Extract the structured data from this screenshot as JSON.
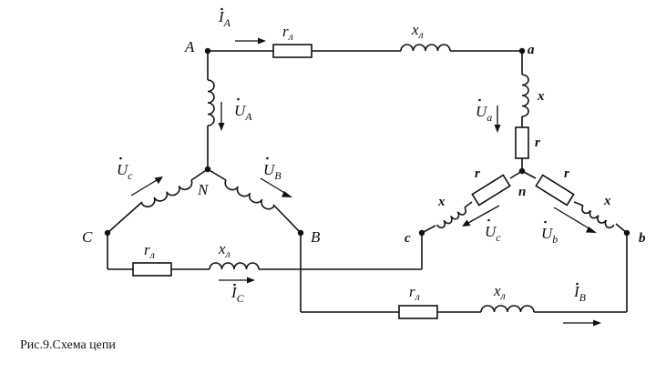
{
  "caption": "Рис.9.Схема цепи",
  "source_nodes": {
    "A": "A",
    "B": "B",
    "C": "C",
    "N": "N"
  },
  "load_nodes": {
    "a": "a",
    "b": "b",
    "c": "c",
    "n": "n"
  },
  "line_elements": {
    "r": "r",
    "r_sub": "л",
    "x": "x",
    "x_sub": "л"
  },
  "load_elements": {
    "r": "r",
    "x": "x"
  },
  "currents": {
    "IA": "I",
    "IA_sub": "A",
    "IB": "I",
    "IB_sub": "B",
    "IC": "I",
    "IC_sub": "C"
  },
  "source_voltages": {
    "UA": "U",
    "UA_sub": "A",
    "UB": "U",
    "UB_sub": "B",
    "UC": "U",
    "UC_sub": "c"
  },
  "load_voltages": {
    "Ua": "U",
    "Ua_sub": "a",
    "Ub": "U",
    "Ub_sub": "b",
    "Uc": "U",
    "Uc_sub": "c"
  }
}
